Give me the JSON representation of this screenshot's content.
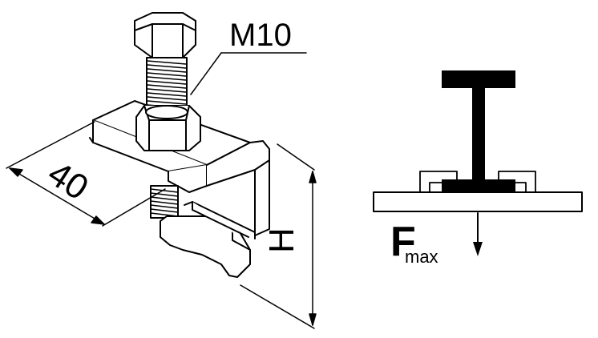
{
  "labels": {
    "bolt_size": "M10",
    "width_dimension": "40",
    "height_dimension": "H",
    "force_symbol": "F",
    "force_subscript": "max"
  }
}
